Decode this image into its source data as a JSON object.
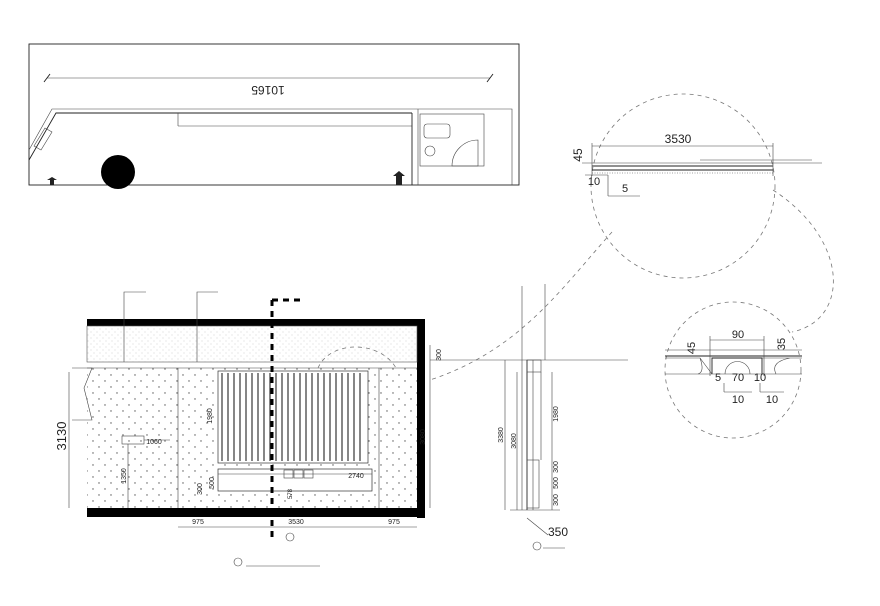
{
  "plan": {
    "overall_width": "10165"
  },
  "detail_top": {
    "width": "3530",
    "height": "45",
    "offset_a": "10",
    "offset_b": "5"
  },
  "detail_bottom": {
    "top_width": "90",
    "left_height": "45",
    "right_height": "35",
    "gap_left": "5",
    "center": "70",
    "gap_right": "10",
    "label_left": "10",
    "label_right": "10"
  },
  "elevation": {
    "total_height": "3130",
    "ceiling_height": "300",
    "right_height": "3080",
    "grille_height": "1980",
    "panel_width": "1060",
    "panel_height": "1350",
    "counter_width": "2740",
    "counter_height_a": "500",
    "counter_height_b": "300",
    "counter_height_c": "578",
    "bottom_left": "975",
    "bottom_center": "3530",
    "bottom_right": "975"
  },
  "section": {
    "dim_3380": "3380",
    "dim_3080": "3080",
    "dim_1980": "1980",
    "dim_300_a": "300",
    "dim_500": "500",
    "dim_300_b": "300",
    "base": "350"
  }
}
